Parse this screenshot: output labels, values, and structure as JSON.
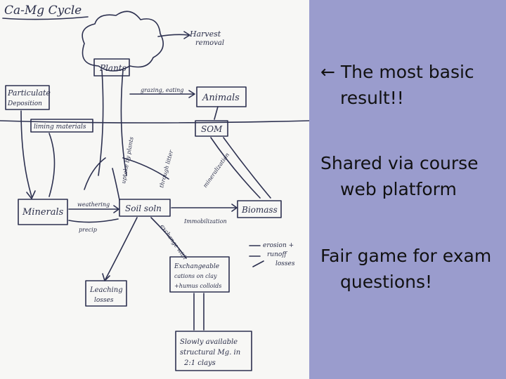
{
  "sketch": {
    "title": "Ca-Mg Cycle",
    "labels": {
      "harvest": "Harvest",
      "harvest_sub": "removal",
      "plants": "Plants",
      "particulate": "Particulate",
      "particulate_sub": "Deposition",
      "grazing": "grazing, eating",
      "animals": "Animals",
      "liming": "liming materials",
      "som": "SOM",
      "minerals": "Minerals",
      "soil_soln": "Soil soln",
      "biomass": "Biomass",
      "weathering": "weathering",
      "precip": "precip",
      "immobilization": "Immobilization",
      "uptake": "uptake by plants",
      "plant_litter": "through litter",
      "mineralization": "mineralization",
      "exchange": "exchange with",
      "exchangeable": "Exchangeable",
      "exchangeable_2": "cations on clay",
      "exchangeable_3": "+humus colloids",
      "leaching": "Leaching",
      "leaching_sub": "losses",
      "erosion": "erosion +",
      "erosion_2": "runoff",
      "erosion_3": "losses",
      "slowly": "Slowly available",
      "slowly_2": "structural Mg. in",
      "slowly_3": "2:1 clays"
    }
  },
  "panel": {
    "bullets": [
      {
        "arrow": "←",
        "line1": "The most basic",
        "line2": "result!!"
      },
      {
        "line1": "Shared via course",
        "line2": "web platform"
      },
      {
        "line1": "Fair game for exam",
        "line2": "questions!"
      }
    ]
  },
  "colors": {
    "panel_bg": "#9a9ccd",
    "ink": "#2d3150",
    "paper": "#f7f7f5"
  }
}
